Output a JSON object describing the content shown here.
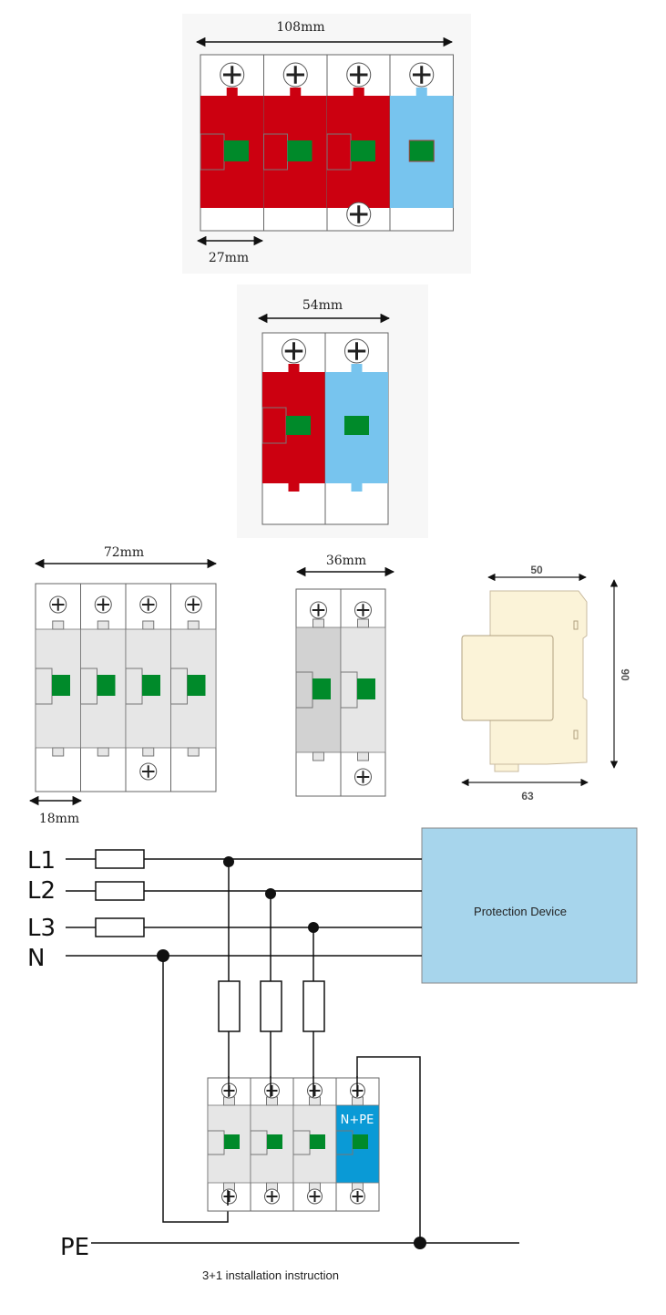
{
  "diagram_4pole_red": {
    "total_width": "108mm",
    "module_width": "27mm",
    "colors": {
      "phase": "#cc0010",
      "neutral": "#77c4ee",
      "indicator": "#008a2a"
    }
  },
  "diagram_2pole_red": {
    "total_width": "54mm"
  },
  "diagram_4pole_gray": {
    "total_width": "72mm",
    "module_width": "18mm"
  },
  "diagram_2pole_gray": {
    "total_width": "36mm"
  },
  "side_view": {
    "top_width": "50",
    "depth": "63",
    "height": "90"
  },
  "wiring": {
    "lines": [
      "L1",
      "L2",
      "L3",
      "N"
    ],
    "pe_label": "PE",
    "device_label": "Protection Device",
    "npe_label": "N+PE",
    "caption": "3+1 installation instruction",
    "colors": {
      "device": "#a7d5ec",
      "npe_module": "#0a9ad6"
    }
  }
}
